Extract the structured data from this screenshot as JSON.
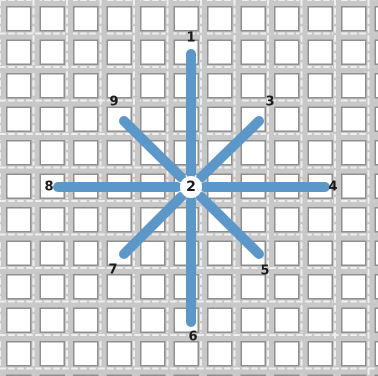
{
  "diagram": {
    "canvas_background": "#ffffff",
    "thread_color": "#c8c8c8",
    "thread_shadow_color": "#8f8f8f",
    "stitch_color": "#5b97c9",
    "center_hole_color": "#ffffff",
    "center_hole": {
      "label": "2"
    },
    "stitch_holes": [
      {
        "label": "1"
      },
      {
        "label": "3"
      },
      {
        "label": "4"
      },
      {
        "label": "5"
      },
      {
        "label": "6"
      },
      {
        "label": "7"
      },
      {
        "label": "8"
      },
      {
        "label": "9"
      }
    ]
  }
}
